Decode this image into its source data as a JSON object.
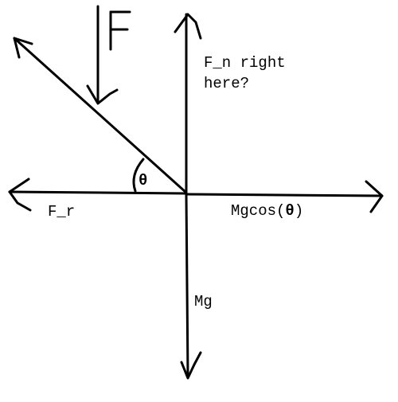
{
  "diagram": {
    "force_label": "F",
    "normal_question_line1": "F_n right",
    "normal_question_line2": "here?",
    "friction_label": "F_r",
    "component_label_prefix": "Mgcos(",
    "component_label_theta": "θ",
    "component_label_suffix": ")",
    "weight_label": "Mg",
    "angle_label": "θ"
  }
}
